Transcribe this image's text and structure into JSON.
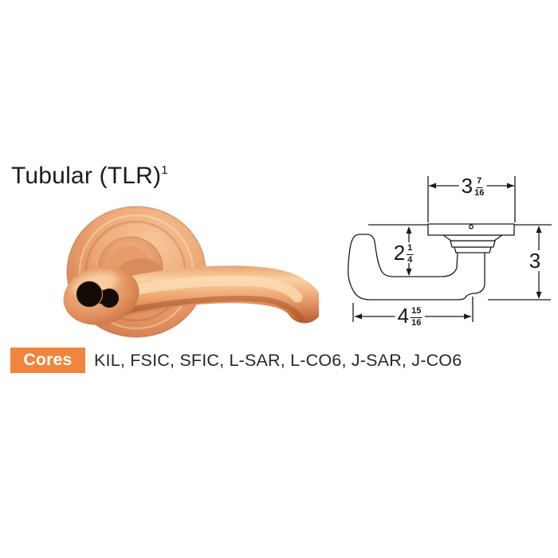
{
  "title": {
    "text": "Tubular (TLR)",
    "footnote": "1"
  },
  "product_image": {
    "description": "satin copper tubular lever handle on round rose with interchangeable-core keyway",
    "finish_color": "#d98b5e",
    "keyway_color": "#140b07"
  },
  "drawing": {
    "line_color": "#1a1a1a",
    "dimensions": {
      "top_width": {
        "whole": "3",
        "numerator": "7",
        "denominator": "16"
      },
      "neck_height": {
        "whole": "2",
        "numerator": "1",
        "denominator": "4"
      },
      "overall_height": {
        "whole": "3"
      },
      "overall_length": {
        "whole": "4",
        "numerator": "15",
        "denominator": "16"
      }
    }
  },
  "cores": {
    "label": "Cores",
    "badge_color": "#f0853f",
    "list": "KIL, FSIC, SFIC, L-SAR, L-CO6, J-SAR, J-CO6"
  }
}
